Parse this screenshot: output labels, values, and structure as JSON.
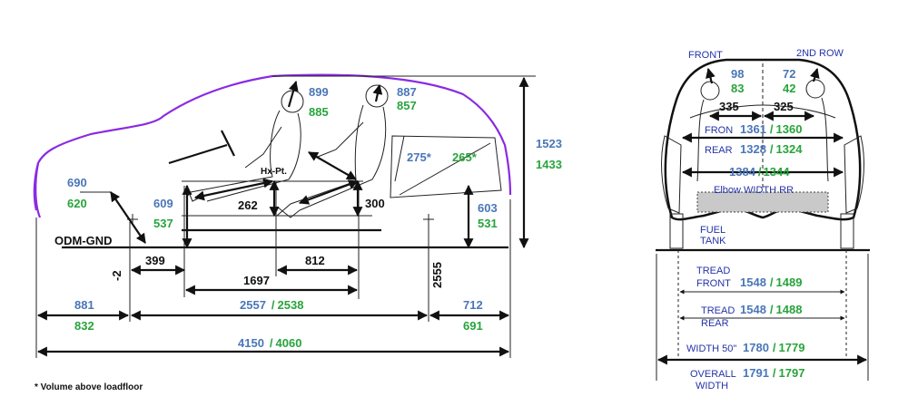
{
  "side_view": {
    "ground_label": "ODM-GND",
    "hx_point_label": "Hx-Pt.",
    "footnote": "* Volume above loadfloor",
    "dims": {
      "front_overhang_height": {
        "a": "690",
        "b": "620"
      },
      "front_cowl_height": {
        "a": "609",
        "b": "537"
      },
      "front_headroom": {
        "a": "899",
        "b": "885"
      },
      "rear_headroom": {
        "a": "887",
        "b": "857"
      },
      "cargo_angle": {
        "a": "275*",
        "b": "265*"
      },
      "rear_height": {
        "a": "603",
        "b": "531"
      },
      "overall_height": {
        "a": "1523",
        "b": "1433"
      },
      "front_seat_leg": "262",
      "rear_seat_height": "300",
      "ground_offset": "-2",
      "pedal_to_axle": "399",
      "hx_to_rear": "1697",
      "couple": "812",
      "rear_axle_x": "2555",
      "front_overhang": {
        "a": "881",
        "b": "832"
      },
      "wheelbase": {
        "a": "2557",
        "sep": "/",
        "b": "2538"
      },
      "rear_overhang": {
        "a": "712",
        "b": "691"
      },
      "overall_length": {
        "a": "4150",
        "sep": "/",
        "b": "4060"
      }
    }
  },
  "front_view": {
    "front_label": "FRONT",
    "second_row_label": "2ND ROW",
    "headroom_front": {
      "a": "98",
      "b": "83"
    },
    "headroom_second": {
      "a": "72",
      "b": "42"
    },
    "shoulder_left": "335",
    "shoulder_right": "325",
    "front_label2": "FRON",
    "front_width": {
      "a": "1361",
      "sep": "/",
      "b": "1360"
    },
    "rear_label": "REAR",
    "rear_width": {
      "a": "1328",
      "sep": "/",
      "b": "1324"
    },
    "elbow_width": {
      "a": "1384",
      "sep": "/",
      "b": "1344"
    },
    "elbow_label": "Elbow WIDTH RR",
    "fuel_label_1": "FUEL",
    "fuel_label_2": "TANK",
    "tread_front_label_1": "TREAD",
    "tread_front_label_2": "FRONT",
    "tread_front": {
      "a": "1548",
      "sep": "/",
      "b": "1489"
    },
    "tread_rear_label_1": "TREAD",
    "tread_rear_label_2": "REAR",
    "tread_rear": {
      "a": "1548",
      "sep": "/",
      "b": "1488"
    },
    "width50_label": "WIDTH 50\"",
    "width50": {
      "a": "1780",
      "sep": "/",
      "b": "1779"
    },
    "overall_width_label_1": "OVERALL",
    "overall_width_label_2": "WIDTH",
    "overall_width": {
      "a": "1791",
      "sep": "/",
      "b": "1797"
    }
  },
  "colors": {
    "primary_value": "#4a76b8",
    "secondary_value": "#27a43b",
    "label_navy": "#2433a8",
    "roof_outline": "#8a2be2"
  }
}
